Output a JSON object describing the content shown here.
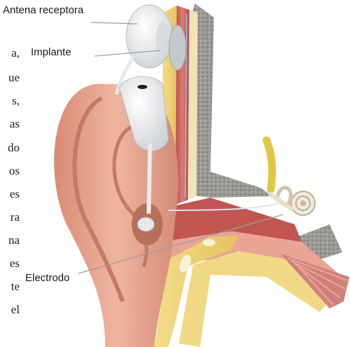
{
  "labels": {
    "antena": "Antena receptora",
    "implante": "Implante",
    "electrodo": "Electrodo"
  },
  "side_text_fragments": [
    "a,",
    "ue",
    "s,",
    "as",
    "do",
    "os",
    "es",
    "ra",
    "na",
    "es",
    "te",
    "el"
  ],
  "colors": {
    "skin": "#e9a993",
    "skin_dark": "#c98570",
    "canal_red": "#c9605b",
    "bone_yellow": "#eed37a",
    "bone_grey": "#8a8a86",
    "device_white": "#f3f3f3",
    "leader": "#9aa0a6"
  }
}
